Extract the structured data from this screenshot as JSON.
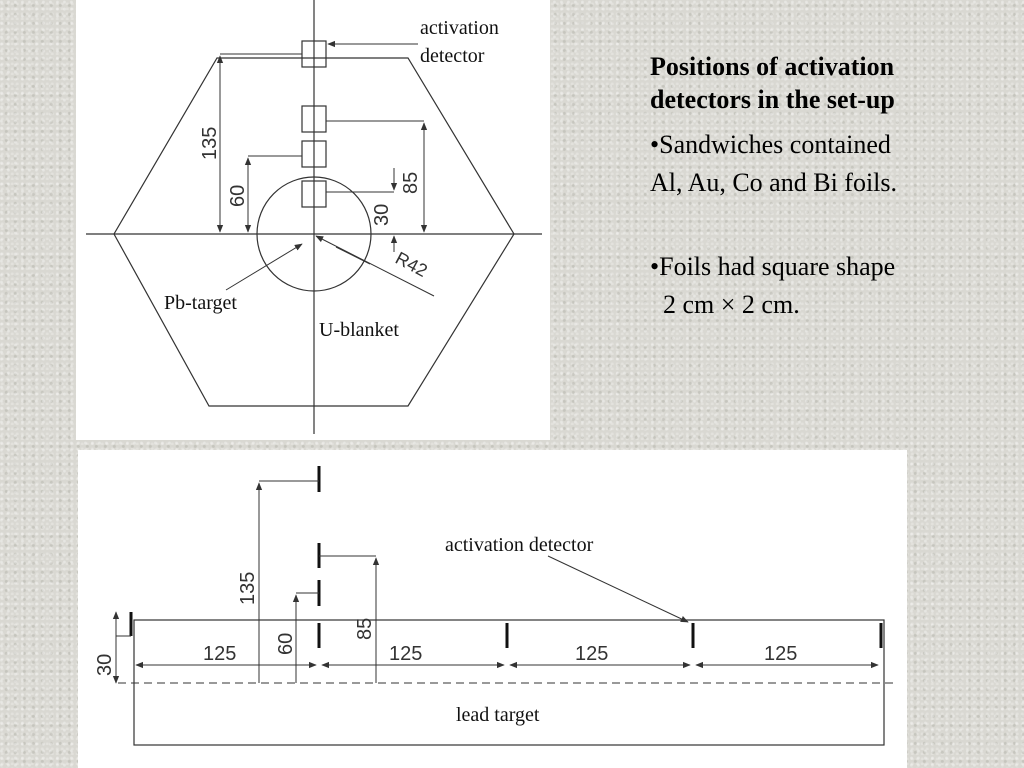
{
  "top_diagram": {
    "label_activation_detector_line1": "activation",
    "label_activation_detector_line2": "detector",
    "label_pb_target": "Pb-target",
    "label_u_blanket": "U-blanket",
    "dim_135": "135",
    "dim_60": "60",
    "dim_85": "85",
    "dim_30": "30",
    "dim_r42": "R42"
  },
  "bottom_diagram": {
    "label_activation_detector": "activation detector",
    "label_lead_target": "lead target",
    "dim_135": "135",
    "dim_60": "60",
    "dim_85": "85",
    "dim_30": "30",
    "dim_125_a": "125",
    "dim_125_b": "125",
    "dim_125_c": "125",
    "dim_125_d": "125"
  },
  "text": {
    "heading_line1": "Positions of activation",
    "heading_line2": "detectors  in the set-up",
    "bullet1_line1": "•Sandwiches contained",
    "bullet1_line2": "Al, Au, Co and Bi foils.",
    "bullet2_line1": "•Foils had square shape",
    "bullet2_line2": "  2 cm × 2 cm."
  },
  "colors": {
    "background": "#d9d8d2",
    "panel": "#ffffff",
    "ink": "#333333"
  }
}
